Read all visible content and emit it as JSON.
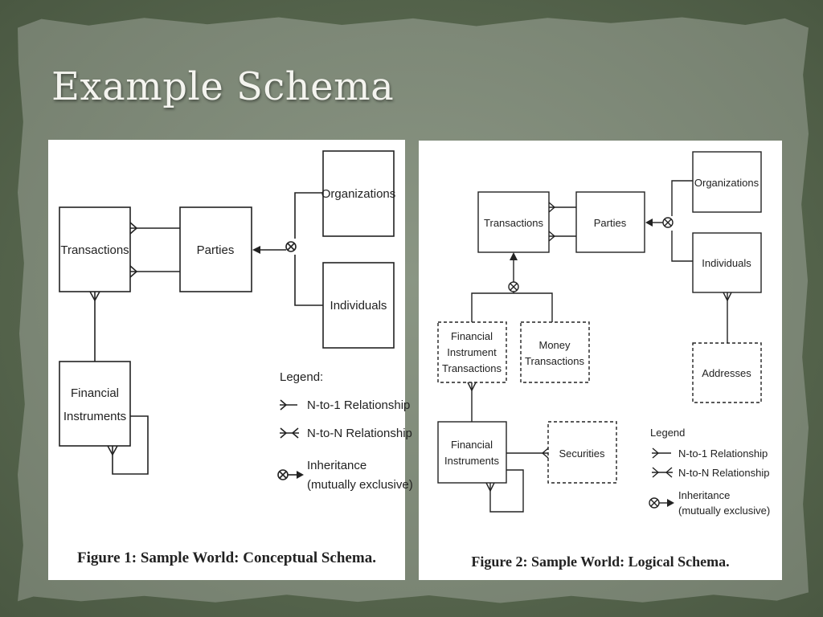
{
  "slide": {
    "title": "Example Schema"
  },
  "figure1": {
    "entities": {
      "transactions": "Transactions",
      "parties": "Parties",
      "organizations": "Organizations",
      "individuals": "Individuals",
      "financial_instruments_line1": "Financial",
      "financial_instruments_line2": "Instruments"
    },
    "legend": {
      "title": "Legend:",
      "n_to_1": "N-to-1 Relationship",
      "n_to_n": "N-to-N Relationship",
      "inheritance_line1": "Inheritance",
      "inheritance_line2": "(mutually exclusive)"
    },
    "caption": "Figure 1: Sample World: Conceptual Schema."
  },
  "figure2": {
    "entities": {
      "transactions": "Transactions",
      "parties": "Parties",
      "organizations": "Organizations",
      "individuals": "Individuals",
      "addresses": "Addresses",
      "fit_line1": "Financial",
      "fit_line2": "Instrument",
      "fit_line3": "Transactions",
      "money_line1": "Money",
      "money_line2": "Transactions",
      "fi_line1": "Financial",
      "fi_line2": "Instruments",
      "securities": "Securities"
    },
    "legend": {
      "title": "Legend",
      "n_to_1": "N-to-1 Relationship",
      "n_to_n": "N-to-N Relationship",
      "inheritance_line1": "Inheritance",
      "inheritance_line2": "(mutually exclusive)"
    },
    "caption": "Figure 2: Sample World: Logical Schema."
  },
  "colors": {
    "background": "#5b6a52",
    "paper": "#838f7c",
    "title_text": "#f4f4ef",
    "figure_background": "#ffffff",
    "diagram_ink": "#222222"
  }
}
